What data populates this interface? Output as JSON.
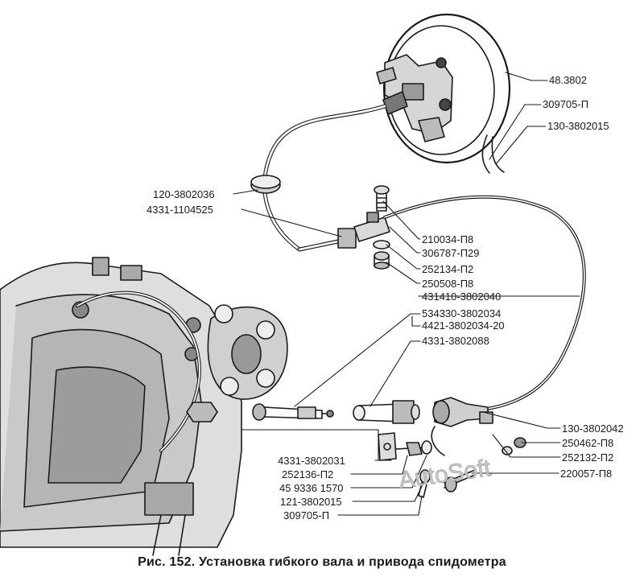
{
  "caption": "Рис. 152. Установка гибкого вала и привода спидометра",
  "watermark": "AutoSoft",
  "colors": {
    "ink": "#1a1a1a",
    "watermark": "#c8c8c8",
    "background": "#ffffff"
  },
  "labels": {
    "p48_3802": "48.3802",
    "p309705_top": "309705-П",
    "p130_3802015": "130-3802015",
    "p120_3802036": "120-3802036",
    "p4331_1104525": "4331-1104525",
    "p210034": "210034-П8",
    "p306787": "306787-П29",
    "p252134": "252134-П2",
    "p250508": "250508-П8",
    "p431410": "431410-3802040",
    "p534330": "534330-3802034",
    "p4421": "4421-3802034-20",
    "p4331_3802088": "4331-3802088",
    "p130_3802042": "130-3802042",
    "p250462": "250462-П8",
    "p252132": "252132-П2",
    "p220057": "220057-П8",
    "p4331_3802031": "4331-3802031",
    "p252136": "252136-П2",
    "p459336": "45 9336 1570",
    "p121_3802015": "121-3802015",
    "p309705_bottom": "309705-П"
  }
}
